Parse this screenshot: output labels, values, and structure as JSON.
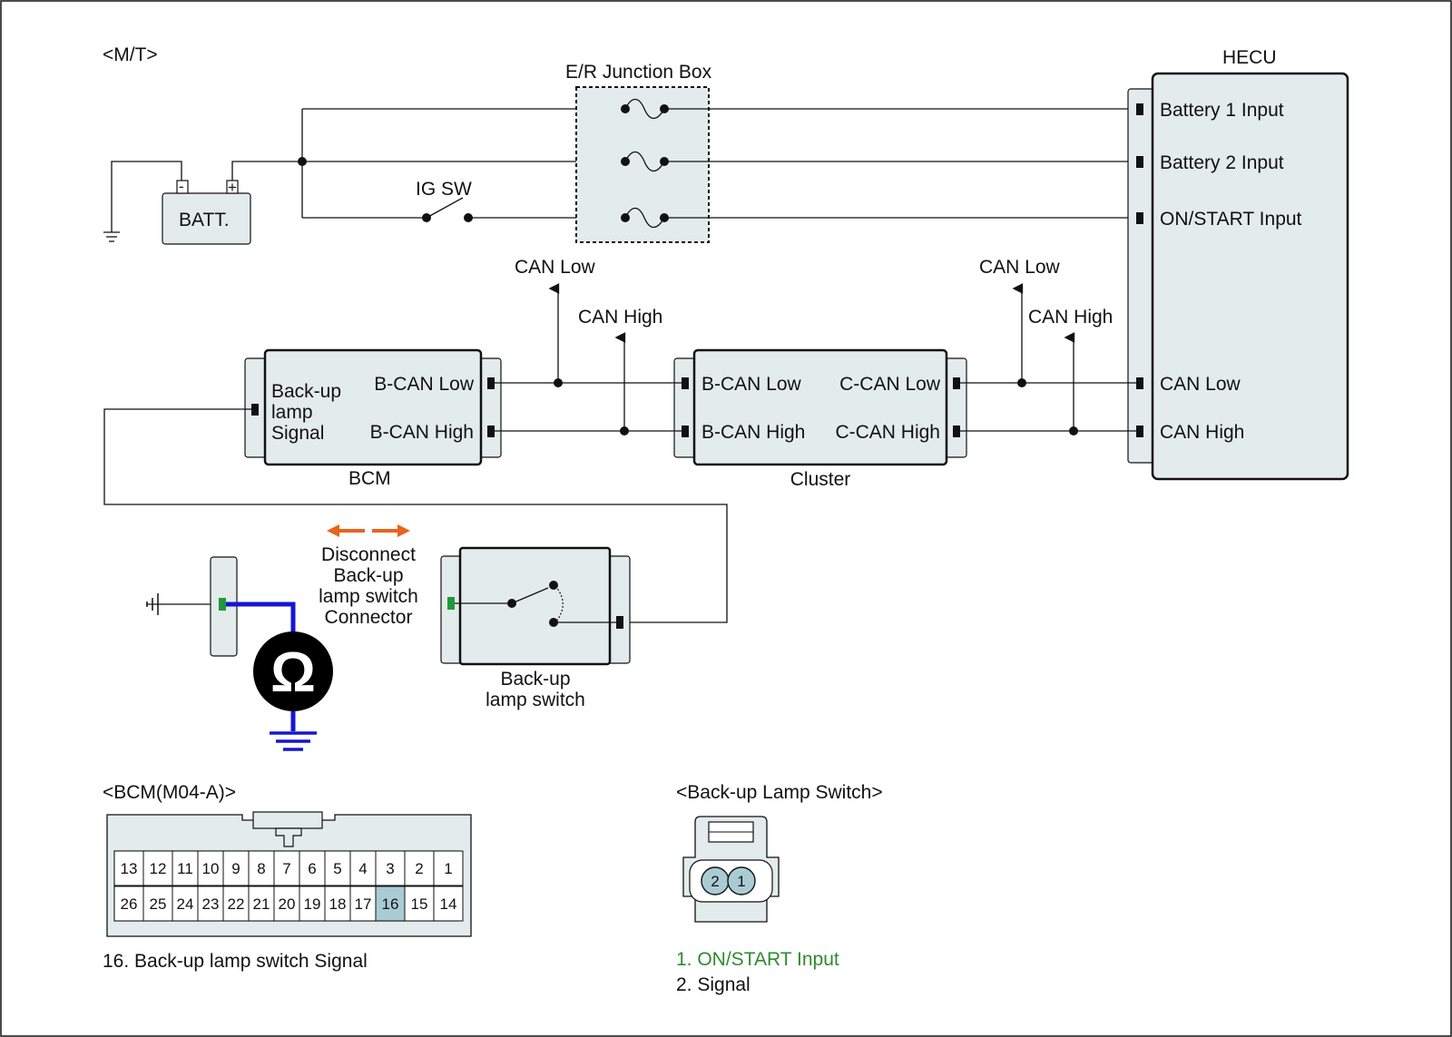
{
  "labels": {
    "mt": "<M/T>",
    "junction_box": "E/R Junction Box",
    "hecu": "HECU",
    "batt": "BATT.",
    "batt_minus": "-",
    "batt_plus": "+",
    "ig_sw": "IG SW",
    "can_low_1": "CAN Low",
    "can_high_1": "CAN High",
    "can_low_2": "CAN Low",
    "can_high_2": "CAN High",
    "bcm": "BCM",
    "cluster": "Cluster",
    "disconnect": [
      "Disconnect",
      "Back-up",
      "lamp switch",
      "Connector"
    ],
    "backup_switch": [
      "Back-up",
      "lamp switch"
    ],
    "ohm": "Ω"
  },
  "hecu_pins": [
    "Battery 1 Input",
    "Battery 2 Input",
    "ON/START Input",
    "CAN Low",
    "CAN High"
  ],
  "bcm_pins": {
    "signal": [
      "Back-up",
      "lamp",
      "Signal"
    ],
    "b_can_low": "B-CAN Low",
    "b_can_high": "B-CAN High"
  },
  "cluster_pins": {
    "b_can_low": "B-CAN Low",
    "b_can_high": "B-CAN High",
    "c_can_low": "C-CAN Low",
    "c_can_high": "C-CAN High"
  },
  "bcm_connector": {
    "title": "<BCM(M04-A)>",
    "top_row": [
      "13",
      "12",
      "11",
      "10",
      "9",
      "8",
      "7",
      "6",
      "5",
      "4",
      "3",
      "2",
      "1"
    ],
    "bottom_row": [
      "26",
      "25",
      "24",
      "23",
      "22",
      "21",
      "20",
      "19",
      "18",
      "17",
      "16",
      "15",
      "14"
    ],
    "highlight_pin": "16",
    "legend": "16. Back-up lamp switch Signal"
  },
  "switch_connector": {
    "title": "<Back-up Lamp Switch>",
    "pins": [
      "2",
      "1"
    ],
    "legend": [
      {
        "text": "1. ON/START Input",
        "color": "#2e8b2e"
      },
      {
        "text": "2. Signal",
        "color": "#111111"
      }
    ]
  },
  "colors": {
    "box_fill": "#e4ebeb",
    "probe_wire": "#1515d6",
    "arrow": "#e8641e",
    "pin_highlight": "#a9ccd4",
    "green_terminal": "#1f9a3a"
  }
}
